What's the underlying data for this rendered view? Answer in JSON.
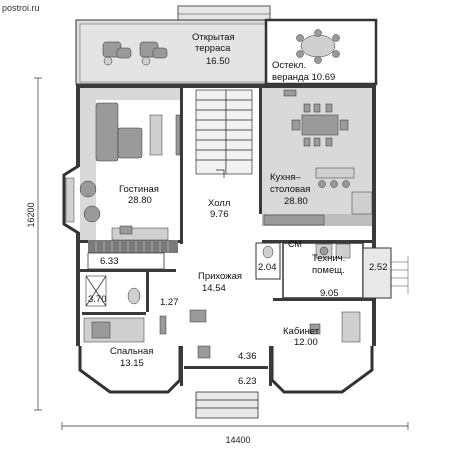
{
  "watermark": "postroi.ru",
  "rooms": {
    "terrace": {
      "name_line1": "Открытая",
      "name_line2": "терраса",
      "area": "16.50"
    },
    "veranda": {
      "name_line1": "Остекл.",
      "name_line2": "веранда 10.69"
    },
    "living": {
      "name": "Гостиная",
      "area": "28.80"
    },
    "hall": {
      "name": "Холл",
      "area": "9.76"
    },
    "kitchen": {
      "name_line1": "Кухня–",
      "name_line2": "столовая",
      "area": "28.80"
    },
    "storage": {
      "area": "6.33"
    },
    "bath": {
      "area": "3.70"
    },
    "corridor": {
      "area": "1.27"
    },
    "entry": {
      "name": "Прихожая",
      "area": "14.54"
    },
    "wc": {
      "area": "2.04"
    },
    "tech": {
      "name_line1": "Технич.",
      "name_line2": "помещ.",
      "area": "9.05"
    },
    "porch_side": {
      "area": "2.52"
    },
    "bedroom": {
      "name": "Спальная",
      "area": "13.15"
    },
    "vestibule": {
      "area": "4.36"
    },
    "porch": {
      "area": "6.23"
    },
    "office": {
      "name": "Кабинет",
      "area": "12.00"
    },
    "sm_label": "СМ"
  },
  "dimensions": {
    "width": "14400",
    "height": "16200"
  }
}
